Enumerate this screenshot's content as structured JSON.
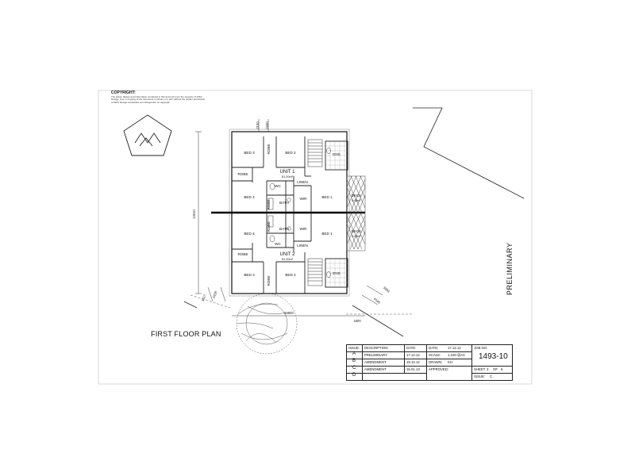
{
  "copyright": {
    "heading": "COPYRIGHT:",
    "text": "The plans, design and information contained in this document are the property of WFC Design. Use or copying of the document in whole or in part without the written permission of WFC Design constitutes an infringement of copyright."
  },
  "plan_title": "FIRST FLOOR PLAN",
  "side_stamp": "PRELIMINARY",
  "rooms": {
    "u1_bed3": "BED 3",
    "u1_robe_v": "ROBE",
    "u1_bed2": "BED 2",
    "u1_ens": "ENS",
    "u1_name": "UNIT 1",
    "u1_area": "81.20m²",
    "u1_robe_h": "ROBE",
    "u1_wc": "WC",
    "u1_linen": "LINEN",
    "u1_bed4": "BED 4",
    "u1_robe_s": "ROBE",
    "u1_bath": "BATH",
    "u1_wir": "WIR",
    "u1_bed1": "BED 1",
    "u1_deck": "DECK",
    "u1_deck_area": "6.08m²",
    "u2_bed4": "BED 4",
    "u2_robe_s": "ROBE",
    "u2_bath": "BATH",
    "u2_wir": "WIR",
    "u2_bed1": "BED 1",
    "u2_deck": "DECK",
    "u2_deck_area": "6.08m²",
    "u2_robe_h": "ROBE",
    "u2_wc": "WC",
    "u2_linen": "LINEN",
    "u2_name": "UNIT 2",
    "u2_area": "81.20m²",
    "u2_bed3": "BED 3",
    "u2_robe_v": "ROBE",
    "u2_bed2": "BED 2",
    "u2_ens": "ENS"
  },
  "dimensions": {
    "top_a": "2150",
    "top_b": "2450",
    "left_overall": "13010",
    "bl_a": "3117",
    "bl_b": "2458",
    "bottom_a": "15800",
    "bottom_b": "1800",
    "br_a": "3993",
    "br_b": "4440"
  },
  "title_block": {
    "headers": {
      "issue": "ISSUE:",
      "description": "DESCRIPTION:",
      "date": "DATE:"
    },
    "rows": [
      {
        "issue": "A",
        "description": "PRELIMINARY",
        "date": "17.12.12"
      },
      {
        "issue": "B",
        "description": "AMENDMENT",
        "date": "19.12.12"
      },
      {
        "issue": "C",
        "description": "AMENDMENT",
        "date": "15.01.13"
      },
      {
        "issue": "D",
        "description": "",
        "date": ""
      }
    ],
    "date_label": "DATE:",
    "date_value": "17.12.12",
    "scale_label": "SCALE:",
    "scale_value": "1:100 @A3",
    "drawn_label": "DRAWN:",
    "drawn_value": "KH",
    "approved_label": "APPROVED:",
    "job_label": "JOB NO:",
    "job_value": "1493-10",
    "sheet_label": "SHEET",
    "sheet_value": "3",
    "sheet_of": "OF",
    "sheet_total": "5",
    "issue_label": "ISSUE:",
    "issue_value": "C"
  }
}
